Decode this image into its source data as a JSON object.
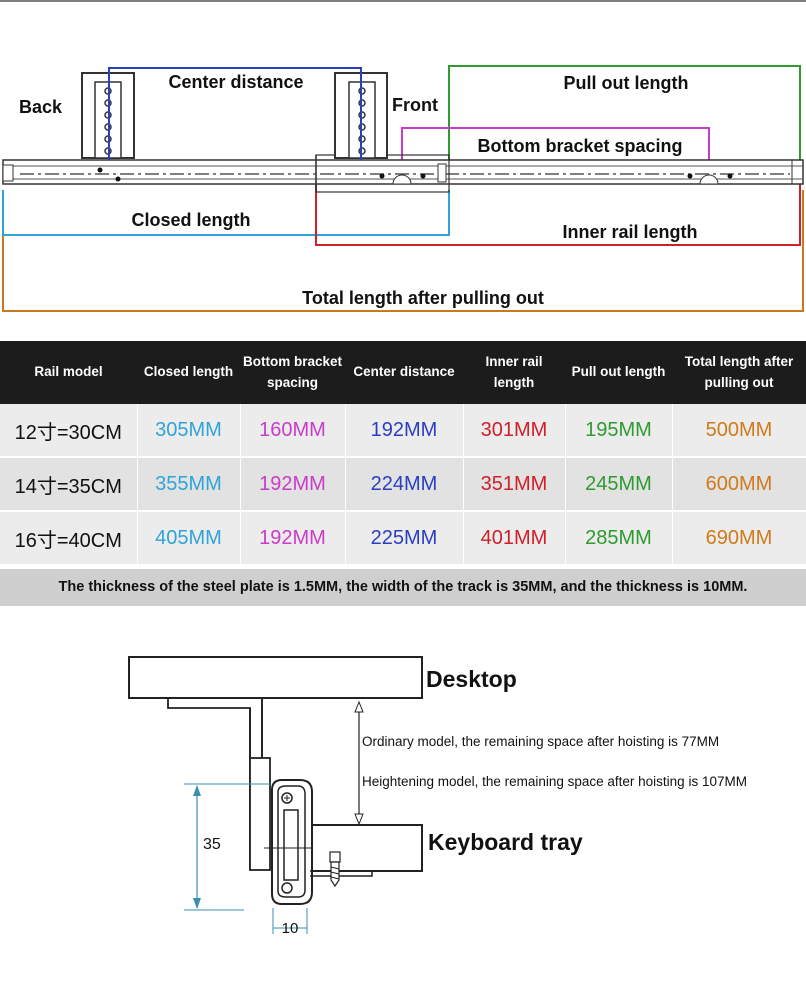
{
  "diagram_top": {
    "back": "Back",
    "front": "Front",
    "center_distance": "Center distance",
    "pull_out_length": "Pull out length",
    "bottom_bracket_spacing": "Bottom bracket spacing",
    "closed_length": "Closed length",
    "inner_rail_length": "Inner rail length",
    "total_length": "Total length after pulling out"
  },
  "table": {
    "headers": [
      "Rail model",
      "Closed length",
      "Bottom bracket spacing",
      "Center distance",
      "Inner rail length",
      "Pull out length",
      "Total length after pulling out"
    ],
    "rows": [
      [
        "12寸=30CM",
        "305MM",
        "160MM",
        "192MM",
        "301MM",
        "195MM",
        "500MM"
      ],
      [
        "14寸=35CM",
        "355MM",
        "192MM",
        "224MM",
        "351MM",
        "245MM",
        "600MM"
      ],
      [
        "16寸=40CM",
        "405MM",
        "192MM",
        "225MM",
        "401MM",
        "285MM",
        "690MM"
      ]
    ],
    "column_colors": [
      "#111111",
      "#2fa4d8",
      "#c83cc8",
      "#2a3fc0",
      "#d0202a",
      "#2f9a2f",
      "#d07a1a"
    ]
  },
  "note": "The thickness of the steel plate is 1.5MM, the width of the track is 35MM, and the thickness is 10MM.",
  "diagram_bottom": {
    "desktop": "Desktop",
    "keyboard_tray": "Keyboard tray",
    "ordinary": "Ordinary model, the remaining space after hoisting is 77MM",
    "heightening": "Heightening model, the remaining space after hoisting is 107MM",
    "dim_35": "35",
    "dim_10": "10"
  },
  "colors": {
    "center": "#2a3fc0",
    "pull": "#2f9a2f",
    "bracket": "#c83cc8",
    "closed": "#2fa4d8",
    "inner": "#d0202a",
    "total": "#c8781e",
    "dim": "#3a8fb0"
  }
}
